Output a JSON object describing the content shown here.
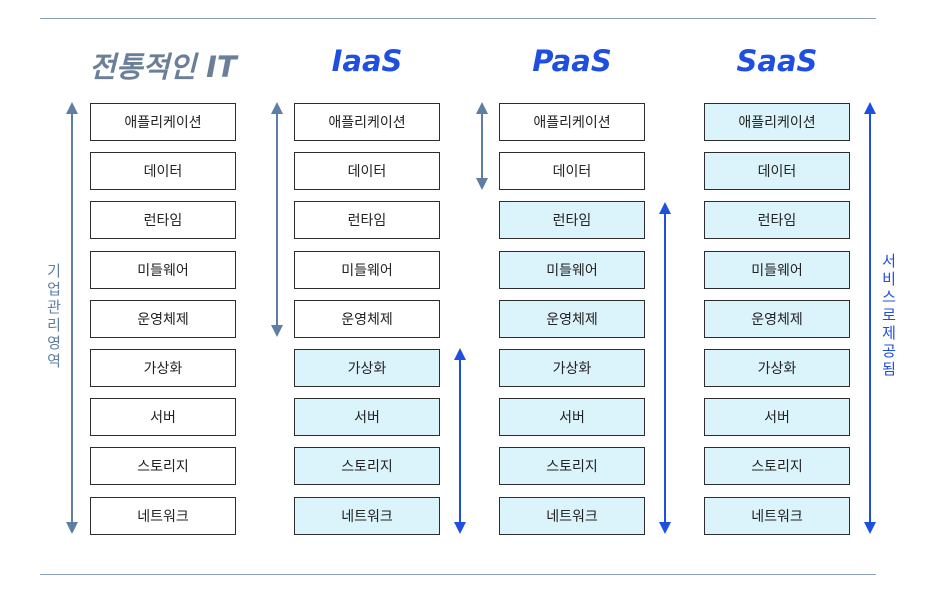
{
  "colors": {
    "managed": "#5f7ea3",
    "provided": "#1f4fe0",
    "traditional_title": "#6b7f99",
    "provided_fill": "#dbf3fb",
    "rule": "#8b9fb8"
  },
  "columns": [
    {
      "title": "전통적인 IT",
      "layers": [
        "애플리케이션",
        "데이터",
        "런타임",
        "미들웨어",
        "운영체제",
        "가상화",
        "서버",
        "스토리지",
        "네트워크"
      ],
      "provided_from": 9
    },
    {
      "title": "IaaS",
      "layers": [
        "애플리케이션",
        "데이터",
        "런타임",
        "미들웨어",
        "운영체제",
        "가상화",
        "서버",
        "스토리지",
        "네트워크"
      ],
      "provided_from": 5
    },
    {
      "title": "PaaS",
      "layers": [
        "애플리케이션",
        "데이터",
        "런타임",
        "미들웨어",
        "운영체제",
        "가상화",
        "서버",
        "스토리지",
        "네트워크"
      ],
      "provided_from": 2
    },
    {
      "title": "SaaS",
      "layers": [
        "애플리케이션",
        "데이터",
        "런타임",
        "미들웨어",
        "운영체제",
        "가상화",
        "서버",
        "스토리지",
        "네트워크"
      ],
      "provided_from": 0
    }
  ],
  "side_labels": {
    "managed": "기업관리 영역",
    "provided": "서비스로 제공됨"
  }
}
